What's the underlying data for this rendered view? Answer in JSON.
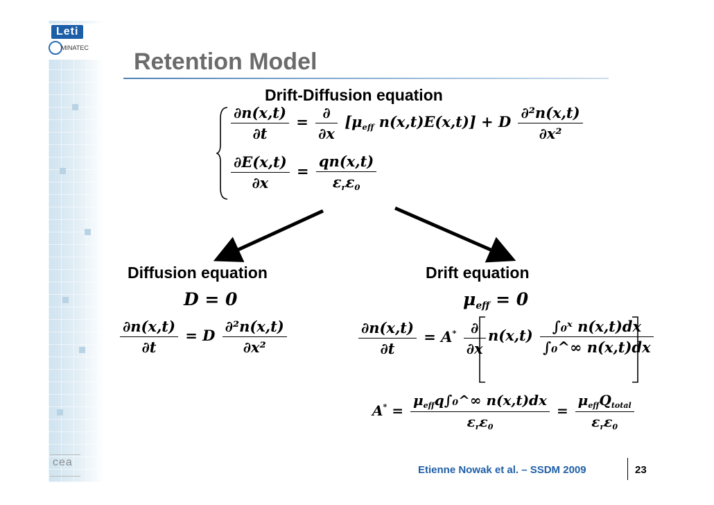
{
  "slide": {
    "title": "Retention Model",
    "logo_text": "Leti",
    "logo_subtext": "MINATEC",
    "cea_logo": "cea",
    "footer": "Etienne Nowak et al. – SSDM 2009",
    "page_number": "23"
  },
  "sections": {
    "main_header": "Drift-Diffusion equation",
    "diffusion_header": "Diffusion equation",
    "drift_header": "Drift equation"
  },
  "equations": {
    "dnxt": "∂n(x,t)",
    "dt": "∂t",
    "d": "∂",
    "dx": "∂x",
    "bracket": "[μ",
    "eff": "eff",
    "bracket_rest": " n(x,t)E(x,t)] + D",
    "d2n": "∂²n(x,t)",
    "dx2": "∂x²",
    "dExt": "∂E(x,t)",
    "qnxt": "qn(x,t)",
    "er": "ε",
    "r": "r",
    "e0": "ε",
    "zero": "0",
    "eq_sign": "=",
    "D_eq_0": "D = 0",
    "mu": "μ",
    "mu_eq_0": " = 0",
    "D": "D",
    "Astar": "A",
    "star": "*",
    "n_xt": "n(x,t)",
    "int_num": "∫₀ˣ n(x,t)dx",
    "int_den": "∫₀^∞ n(x,t)dx",
    "A_num_left": "q∫₀^∞ n(x,t)dx",
    "Q_total": "Q",
    "total": "total"
  }
}
